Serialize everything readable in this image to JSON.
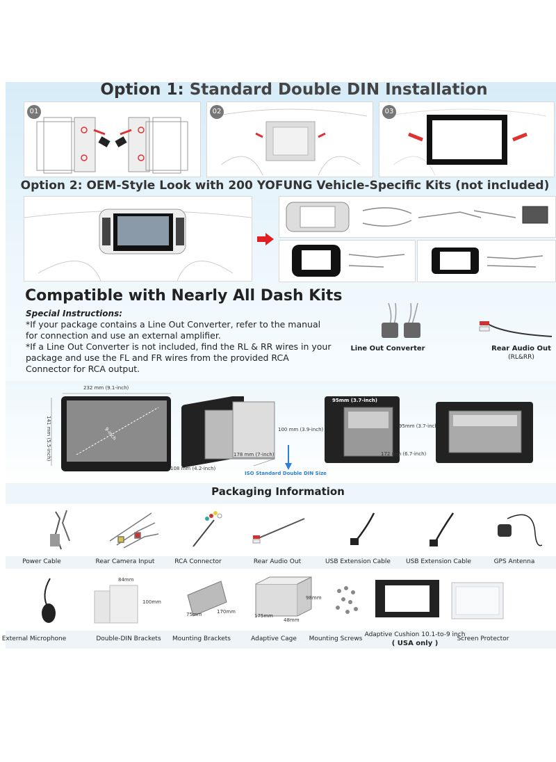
{
  "option1": {
    "title_prefix": "Option 1:",
    "title_rest": " Standard Double DIN Installation",
    "steps": [
      "01",
      "02",
      "03"
    ]
  },
  "option2": {
    "title_prefix": "Option 2:",
    "title_rest": " OEM-Style Look with 200 YOFUNG Vehicle-Specific Kits (not included)"
  },
  "compat": {
    "title": "Compatible with Nearly All Dash Kits",
    "instructions_heading": "Special Instructions:",
    "instruction_1": "*If your package contains a Line Out Converter, refer to the manual for connection and use an external amplifier.",
    "instruction_2": "*If a Line Out Converter is not included, find the RL & RR wires in your package and use the FL and FR wires from the provided RCA Connector for RCA output.",
    "line_out_label": "Line Out Converter",
    "rear_audio_label": "Rear Audio Out",
    "rear_audio_sub": "(RL&RR)"
  },
  "dimensions": {
    "width": "232 mm (9.1-inch)",
    "height": "141 mm (5.5-inch)",
    "diag": "9-inch",
    "cage_h": "100 mm (3.9-inch)",
    "cage_d": "178 mm (7-inch)",
    "cage_w": "108 mm (4.2-inch)",
    "iso": "ISO Standard Double DIN Size",
    "back_w": "95mm (3.7-inch)",
    "back_h": "95mm (3.7-inch)",
    "back_d": "172 mm (6.7-inch)"
  },
  "packaging": {
    "title": "Packaging Information",
    "row1": [
      "Power Cable",
      "Rear Camera Input",
      "RCA Connector",
      "Rear Audio Out",
      "USB Extension Cable",
      "USB Extension Cable",
      "GPS Antenna"
    ],
    "row2": [
      "External Microphone",
      "Double-DIN Brackets",
      "Mounting Brackets",
      "Adaptive Cage",
      "Mounting Screws",
      "Adaptive Cushion 10.1-to-9 inch",
      "Screen Protector"
    ],
    "usa_only": "( USA only )",
    "brackets_dim1": "84mm",
    "brackets_dim2": "100mm",
    "mount_dim1": "75mm",
    "mount_dim2": "170mm",
    "cage_dim1": "98mm",
    "cage_dim2": "175mm",
    "cage_dim3": "48mm"
  }
}
